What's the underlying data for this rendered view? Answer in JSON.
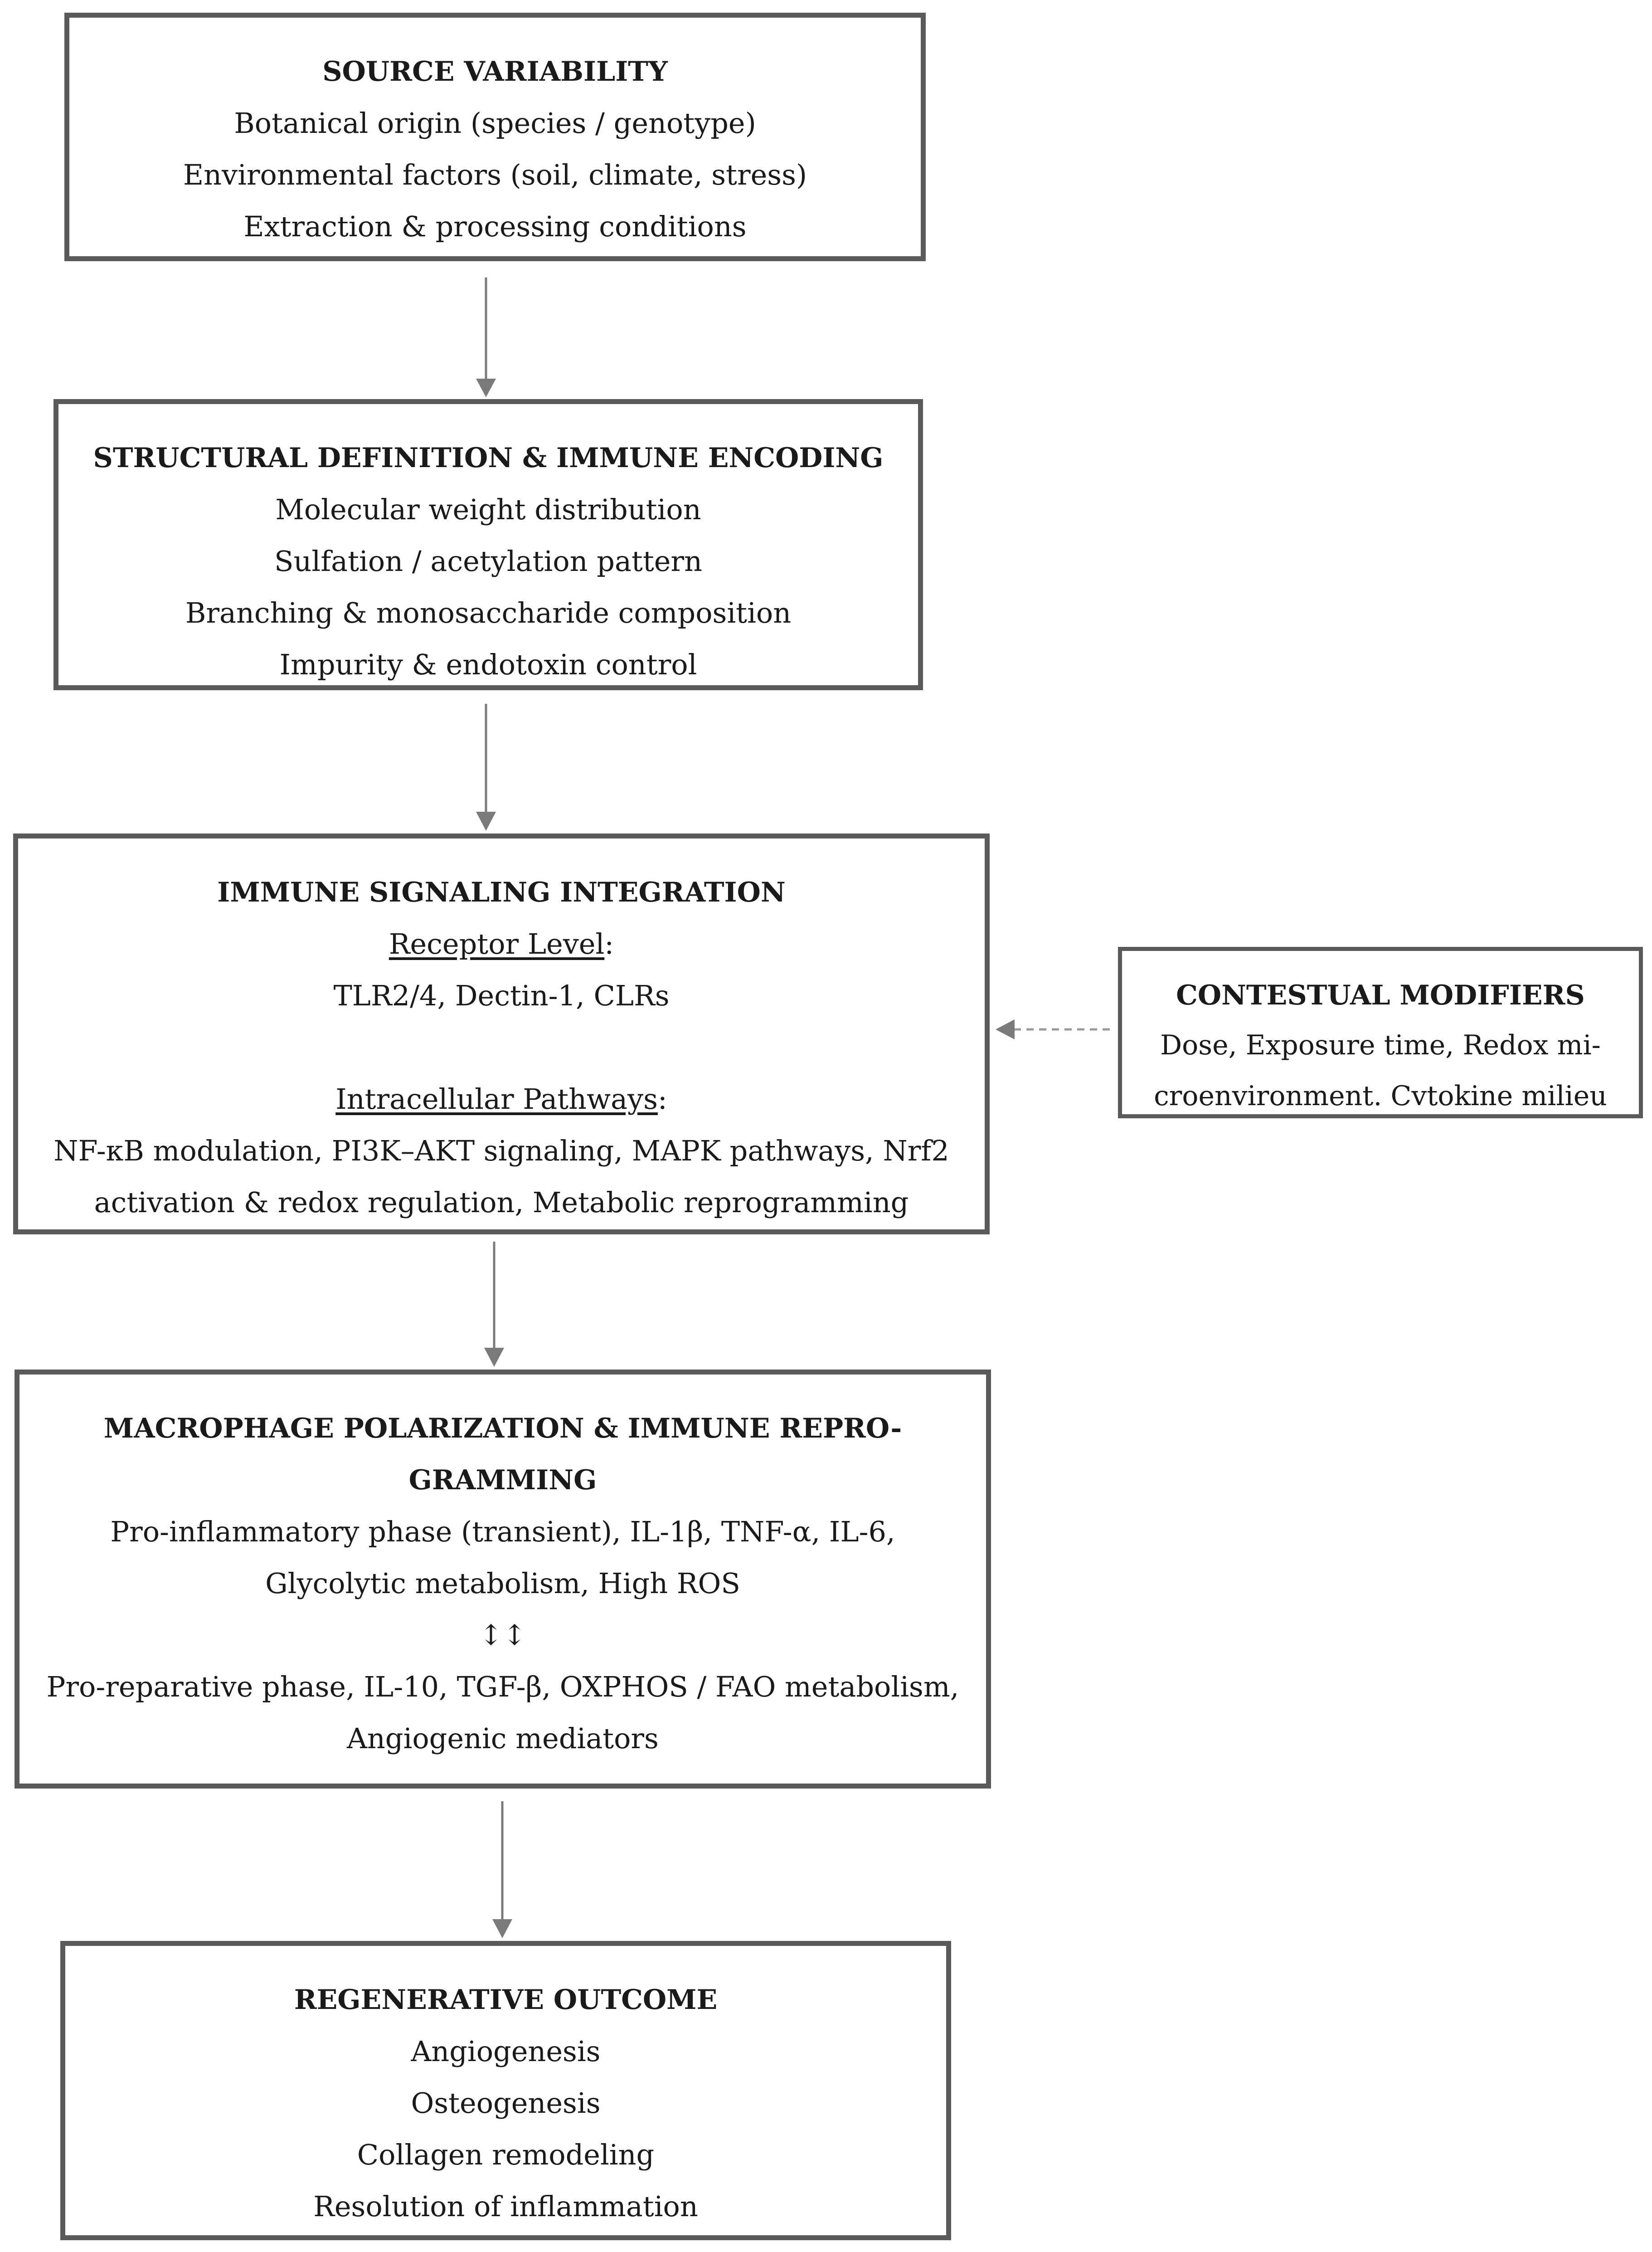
{
  "boxes": {
    "source": {
      "title": "SOURCE VARIABILITY",
      "lines": [
        "Botanical origin (species / genotype)",
        "Environmental factors (soil, climate, stress)",
        "Extraction & processing conditions"
      ]
    },
    "structural": {
      "title": "STRUCTURAL DEFINITION & IMMUNE ENCODING",
      "lines": [
        "Molecular weight distribution",
        "Sulfation / acetylation pattern",
        "Branching & monosaccharide composition",
        "Impurity & endotoxin control"
      ]
    },
    "signaling": {
      "title": "IMMUNE SIGNALING INTEGRATION",
      "receptor_heading": "Receptor Level",
      "receptor_colon": ":",
      "receptor_text": "TLR2/4, Dectin-1, CLRs",
      "pathways_heading": "Intracellular Pathways",
      "pathways_colon": ":",
      "pathways_text": "NF-κB modulation, PI3K–AKT signaling, MAPK pathways, Nrf2 activation & redox regulation, Metabolic reprogramming"
    },
    "macrophage": {
      "title": "MACROPHAGE POLARIZATION & IMMUNE REPRO-GRAMMING",
      "pro_inflammatory": "Pro-inflammatory phase (transient), IL-1β, TNF-α, IL-6, Glycolytic metabolism, High ROS",
      "switch_symbol": "↕↕",
      "pro_reparative": "Pro-reparative phase, IL-10, TGF-β, OXPHOS / FAO metabolism, Angiogenic mediators"
    },
    "outcome": {
      "title": "REGENERATIVE OUTCOME",
      "lines": [
        "Angiogenesis",
        "Osteogenesis",
        "Collagen remodeling",
        "Resolution of inflammation"
      ]
    },
    "modifiers": {
      "title": "CONTESTUAL MODIFIERS",
      "text": "Dose, Exposure time, Redox mi-croenvironment. Cvtokine milieu"
    }
  },
  "colors": {
    "border": "#5a5a5a",
    "arrow": "#7a7a7a",
    "text": "#1a1a1a"
  }
}
